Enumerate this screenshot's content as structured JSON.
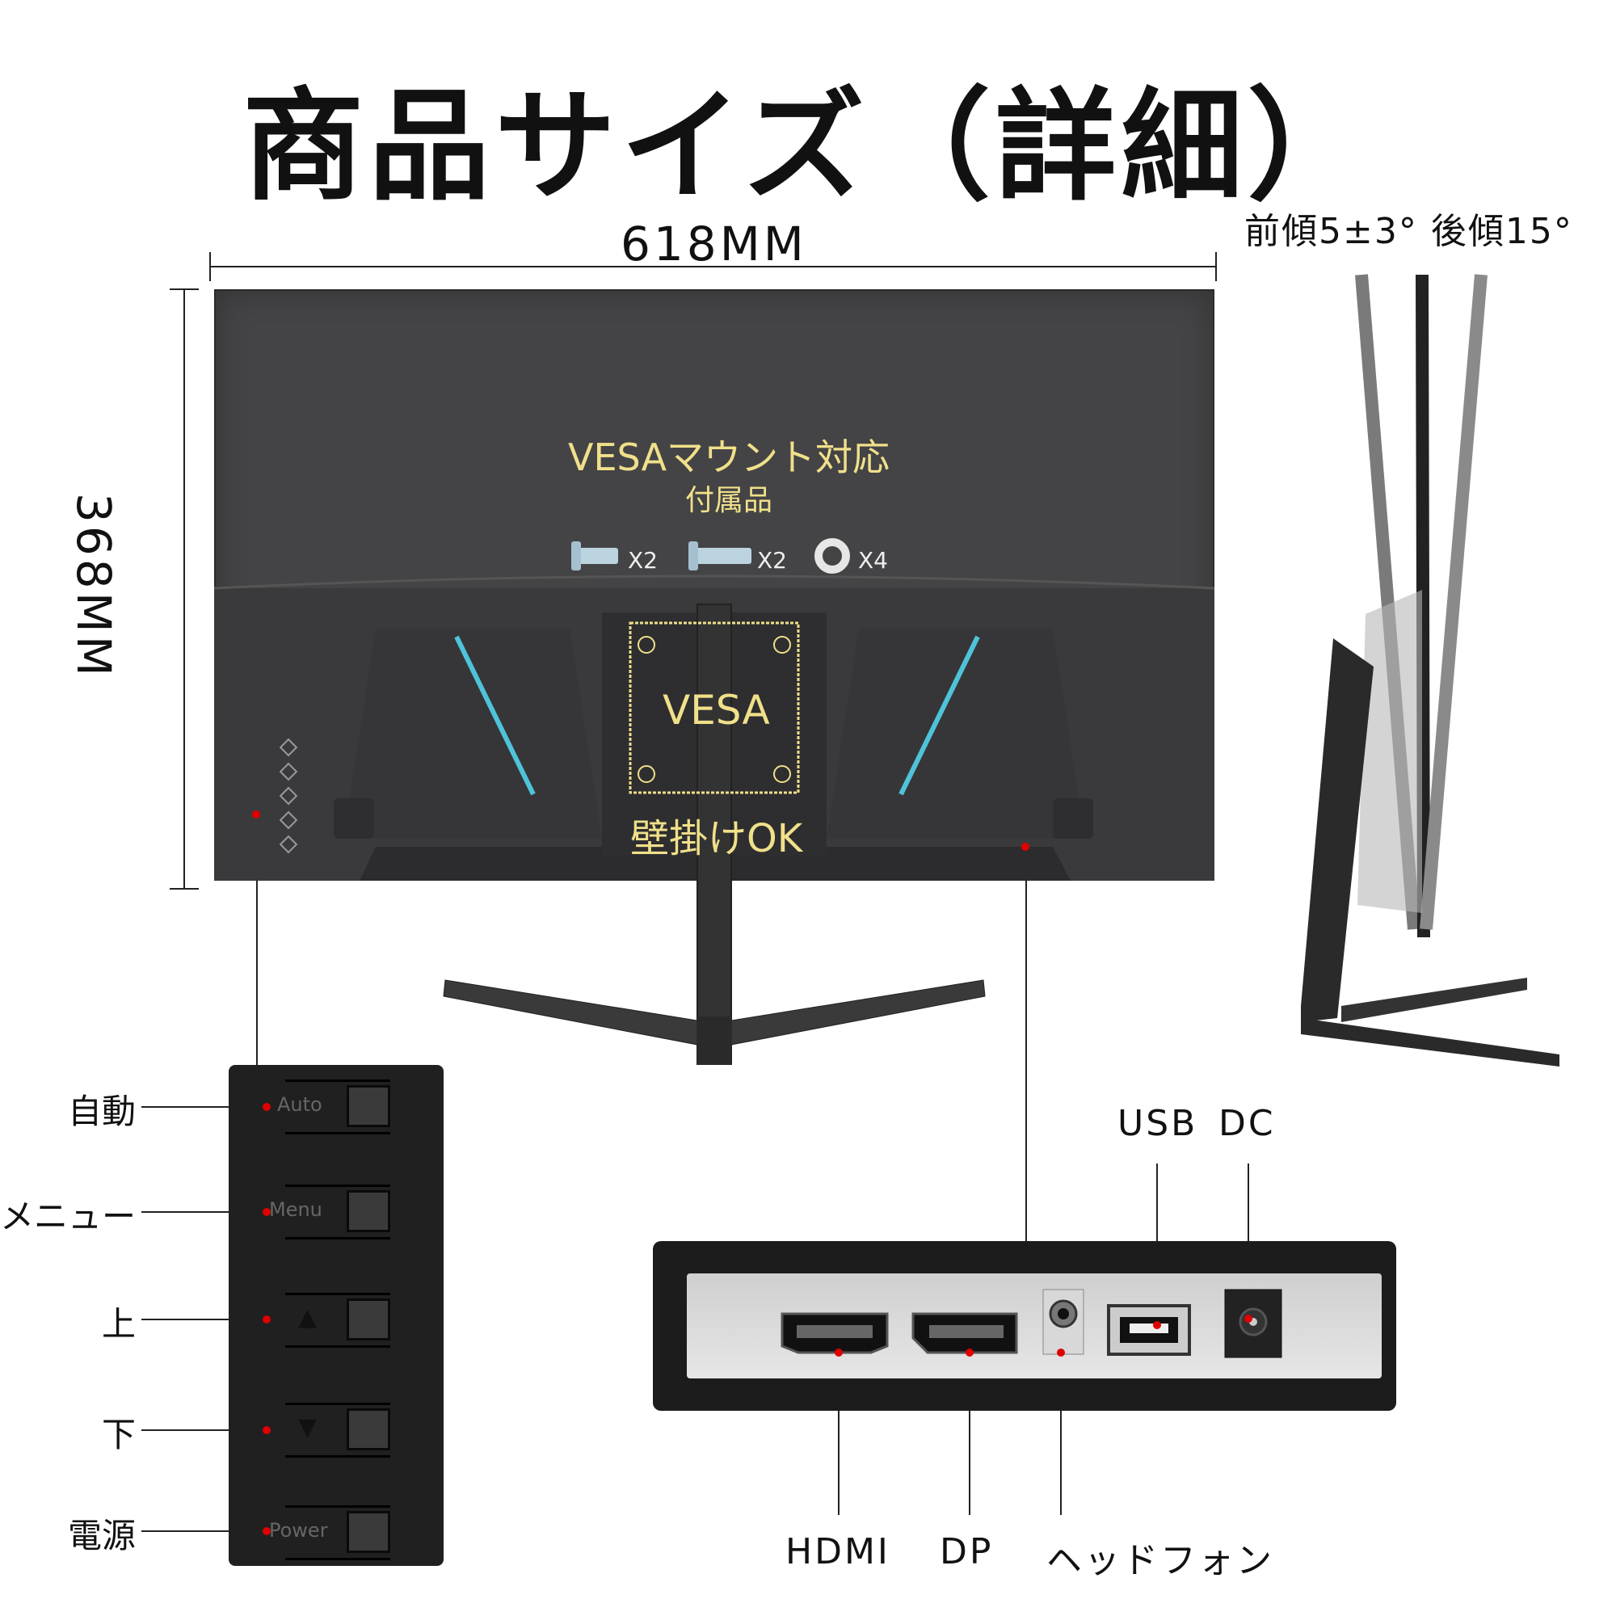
{
  "title": "商品サイズ（詳細）",
  "dimensions": {
    "width_label": "618MM",
    "height_label": "368MM",
    "tilt_label": "前傾5±3°  後傾15°"
  },
  "monitor_back": {
    "vesa_heading": "VESAマウント対応",
    "accessories_label": "付属品",
    "accessories": [
      {
        "icon": "screw-icon",
        "qty": "X2"
      },
      {
        "icon": "screw-icon",
        "qty": "X2"
      },
      {
        "icon": "washer-icon",
        "qty": "X4"
      }
    ],
    "vesa_plate_label": "VESA",
    "wall_mount_label": "壁掛けOK",
    "accent_color": "#4fc3d9",
    "vesa_color": "#f0e08a"
  },
  "buttons": [
    {
      "name": "auto",
      "side_label": "自動",
      "key_text": "Auto",
      "glyph": ""
    },
    {
      "name": "menu",
      "side_label": "メニュー",
      "key_text": "Menu",
      "glyph": ""
    },
    {
      "name": "up",
      "side_label": "上",
      "key_text": "",
      "glyph": "▲"
    },
    {
      "name": "down",
      "side_label": "下",
      "key_text": "",
      "glyph": "▼"
    },
    {
      "name": "power",
      "side_label": "電源",
      "key_text": "Power",
      "glyph": ""
    }
  ],
  "ports": {
    "top_labels": {
      "usb": "USB",
      "dc": "DC"
    },
    "bottom_labels": {
      "hdmi": "HDMI",
      "dp": "DP",
      "headphone": "ヘッドフォン"
    }
  }
}
